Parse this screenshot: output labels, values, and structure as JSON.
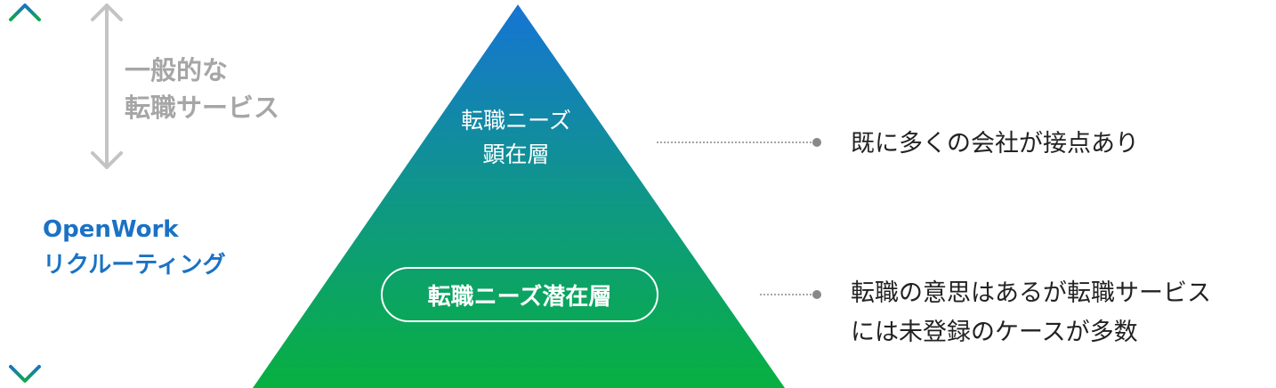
{
  "general_service_label": {
    "line1": "一般的な",
    "line2": "転職サービス"
  },
  "openwork_label": {
    "line1": "OpenWork",
    "line2": "リクルーティング"
  },
  "pyramid": {
    "apex_label": {
      "line1": "転職ニーズ",
      "line2": "顕在層"
    },
    "base_label": "転職ニーズ潜在層"
  },
  "notes": {
    "top": "既に多くの会社が接点あり",
    "bottom": {
      "line1": "転職の意思はあるが転職サービス",
      "line2": "には未登録のケースが多数"
    }
  },
  "colors": {
    "pyramid_top": "#1674d4",
    "pyramid_bottom": "#08b040",
    "gray_arrow": "#c4c4c4",
    "range_arrow_top": "#1a72c5",
    "range_arrow_bottom": "#13a84a",
    "dotted_line": "#888888"
  }
}
